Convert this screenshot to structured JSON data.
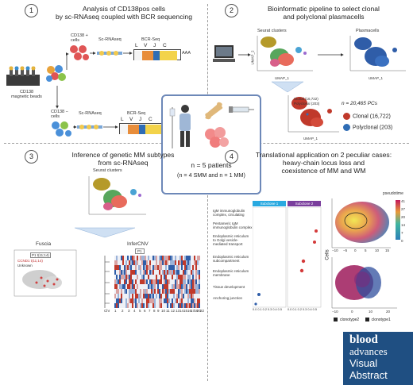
{
  "panel1": {
    "number": "1",
    "title": "Analysis of CD138pos cells\nby sc-RNAseq coupled with BCR sequencing",
    "beads_label": "CD138\nmagnetic beads",
    "pos_label": "CD138 +\ncells",
    "neg_label": "CD138 −\ncells",
    "scrna_label": "Sc-RNAseq",
    "bcr_label": "BCR-Seq",
    "segments": [
      "L",
      "V",
      "J",
      "C"
    ],
    "polyA": "AAA"
  },
  "panel2": {
    "number": "2",
    "title": "Bioinformatic pipeline to select clonal\nand polyclonal plasmacells",
    "seurat_label": "Seurat clusters",
    "plasma_label": "Plasmacells",
    "umap1": "UMAP_1",
    "umap2": "UMAP_2",
    "count": "n = 20,465 PCs",
    "mini_legend": [
      "Clonal (16,722)",
      "Polyclonal (203)"
    ],
    "legend": [
      {
        "label": "Clonal (16,722)",
        "color": "#c0392b"
      },
      {
        "label": "Polyclonal (203)",
        "color": "#2f6db5"
      }
    ]
  },
  "center": {
    "n_patients": "n = 5 patients",
    "subgroups": "(n = 4 SMM and n = 1 MM)"
  },
  "panel3": {
    "number": "3",
    "title": "Inference of genetic MM subtypes\nfrom sc-RNAseq",
    "seurat_label": "Seurat clusters",
    "fuscia_label": "Fuscia",
    "infercnv_label": "InferCNV",
    "fuscia_box": "P1 t(11;14)",
    "fuscia_legend": [
      "CCND1 t(11;14)",
      "Unknown"
    ],
    "cnv_box": "P1",
    "chr_label": "Chr",
    "chromosomes": [
      "1",
      "2",
      "3",
      "4",
      "5",
      "6",
      "7",
      "8",
      "9",
      "10",
      "11",
      "12",
      "13",
      "14",
      "15",
      "16",
      "17",
      "18",
      "20",
      "22"
    ]
  },
  "panel4": {
    "number": "4",
    "title": "Translational application on 2 peculiar cases:\nheavy-chain locus loss and\ncoexistence of MM and WM",
    "subclone1": "Subclone 1",
    "subclone2": "Subclone 2",
    "pathways": [
      "IgM immunoglobulin complex, circulating",
      "Pentameric IgM immunoglobulin complex",
      "Endoplasmic reticulum to Golgi vesicle-mediated transport",
      "Endoplasmic reticulum subcompartment",
      "Endoplasmic reticulum membrane",
      "Tissue development",
      "Anchoring junction"
    ],
    "cells_label": "Cells",
    "xticks": "0.0 0.1 0.2 0.3 0.4 0.5",
    "pseudotime_label": "pseudotime",
    "pseudo_ticks": [
      "41",
      "27",
      "20",
      "14",
      "7",
      "0"
    ],
    "scatter_xticks": [
      "−10",
      "−5",
      "0",
      "5",
      "10",
      "15"
    ],
    "scatter2_xticks": [
      "−10",
      "0",
      "10",
      "20"
    ],
    "legend": [
      "clonotype2",
      "clonotype1"
    ]
  },
  "logo": {
    "line1": "blood",
    "line2": "advances",
    "line3": "Visual",
    "line4": "Abstract"
  }
}
